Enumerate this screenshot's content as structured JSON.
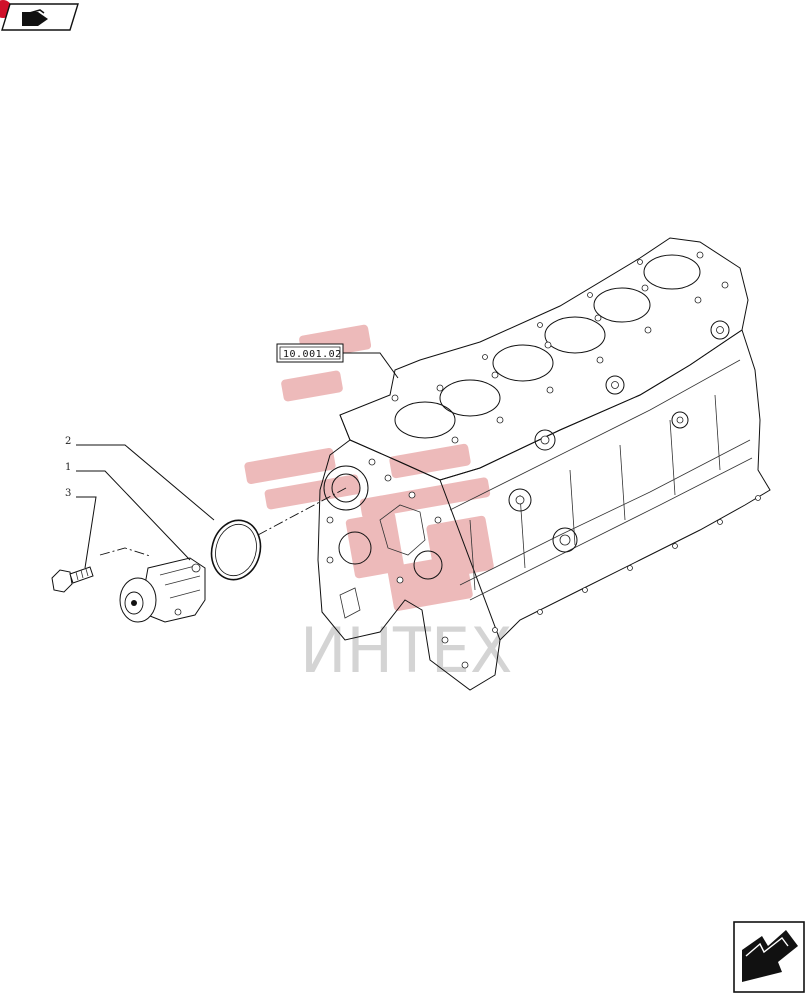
{
  "callouts": [
    {
      "id": "2",
      "label": "2"
    },
    {
      "id": "1",
      "label": "1"
    },
    {
      "id": "3",
      "label": "3"
    }
  ],
  "reference_box": {
    "label": "10.001.02"
  },
  "watermark": {
    "text": "ИНТЕХ"
  },
  "colors": {
    "line": "#111111",
    "watermark_red": "#e8a4a4",
    "watermark_gray": "#d4d4d4",
    "badge_red": "#d0102a"
  },
  "icons": {
    "top_left": "book-nav-icon",
    "bottom_right": "next-page-arrow-icon"
  }
}
